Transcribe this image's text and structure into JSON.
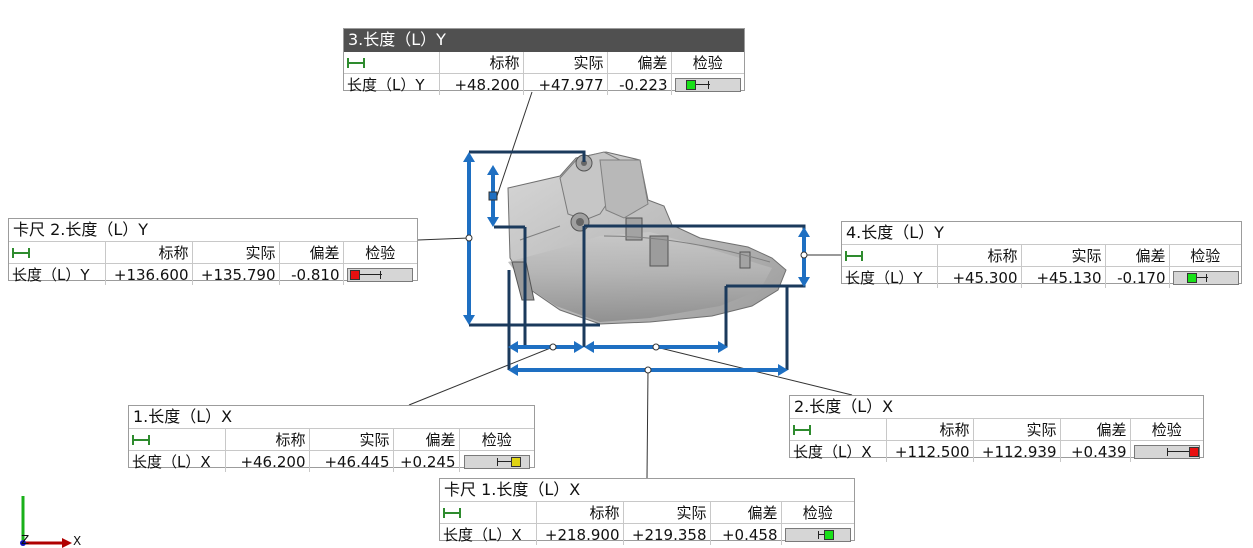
{
  "table_headers": {
    "nominal": "标称",
    "actual": "实际",
    "deviation": "偏差",
    "check": "检验"
  },
  "colors": {
    "pass": "#18e018",
    "warn": "#e0d414",
    "fail": "#e81010",
    "dimension_line": "#1e6fc2",
    "header_dark": "#505050"
  },
  "annotations": {
    "a3": {
      "title": "3.长度（L）Y",
      "row": {
        "label": "长度（L）Y",
        "nominal": "+48.200",
        "actual": "+47.977",
        "deviation": "-0.223",
        "status": "pass"
      }
    },
    "caliper2": {
      "title": "卡尺 2.长度（L）Y",
      "row": {
        "label": "长度（L）Y",
        "nominal": "+136.600",
        "actual": "+135.790",
        "deviation": "-0.810",
        "status": "fail"
      }
    },
    "a4": {
      "title": "4.长度（L）Y",
      "row": {
        "label": "长度（L）Y",
        "nominal": "+45.300",
        "actual": "+45.130",
        "deviation": "-0.170",
        "status": "pass"
      }
    },
    "a1": {
      "title": "1.长度（L）X",
      "row": {
        "label": "长度（L）X",
        "nominal": "+46.200",
        "actual": "+46.445",
        "deviation": "+0.245",
        "status": "warn"
      }
    },
    "a2": {
      "title": "2.长度（L）X",
      "row": {
        "label": "长度（L）X",
        "nominal": "+112.500",
        "actual": "+112.939",
        "deviation": "+0.439",
        "status": "fail"
      }
    },
    "caliper1": {
      "title": "卡尺 1.长度（L）X",
      "row": {
        "label": "长度（L）X",
        "nominal": "+218.900",
        "actual": "+219.358",
        "deviation": "+0.458",
        "status": "pass"
      }
    }
  },
  "triad": {
    "x_label": "X",
    "z_label": "Z"
  }
}
